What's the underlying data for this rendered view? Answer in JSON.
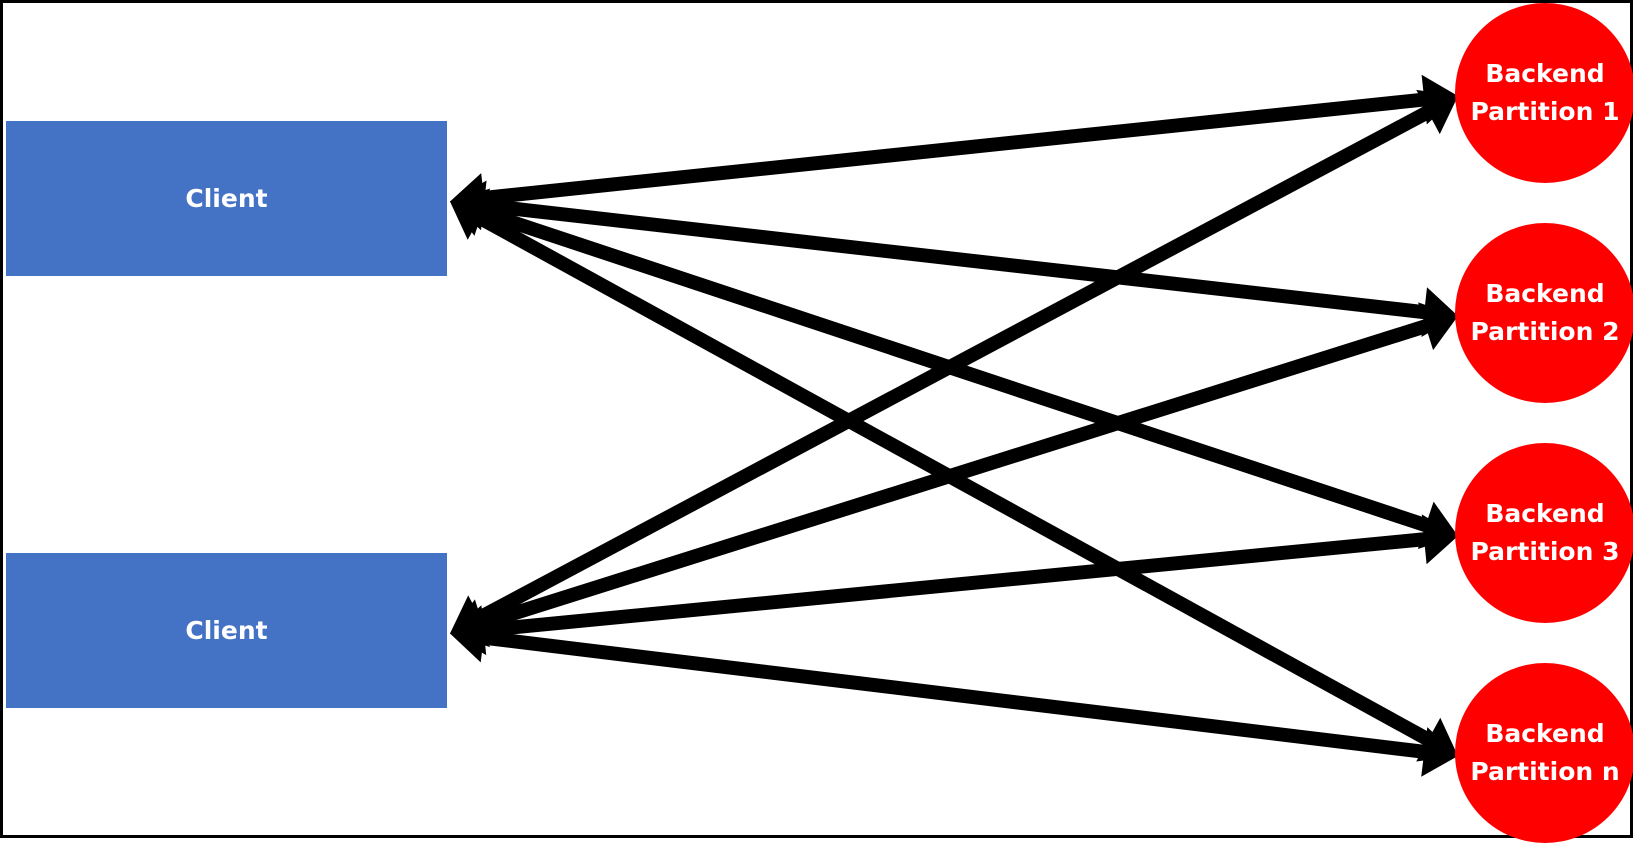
{
  "clients": [
    {
      "label": "Client"
    },
    {
      "label": "Client"
    }
  ],
  "partitions": [
    {
      "line1": "Backend",
      "line2": "Partition 1"
    },
    {
      "line1": "Backend",
      "line2": "Partition 2"
    },
    {
      "line1": "Backend",
      "line2": "Partition 3"
    },
    {
      "line1": "Backend",
      "line2": "Partition n"
    }
  ],
  "colors": {
    "client_fill": "#4472C4",
    "partition_fill": "#FF0000",
    "arrow": "#000000",
    "border": "#000000",
    "text": "#FFFFFF"
  },
  "connections": [
    {
      "from": "client-1",
      "to": "partition-1",
      "style": "double-headed"
    },
    {
      "from": "client-1",
      "to": "partition-2",
      "style": "double-headed"
    },
    {
      "from": "client-1",
      "to": "partition-3",
      "style": "double-headed"
    },
    {
      "from": "client-1",
      "to": "partition-n",
      "style": "double-headed"
    },
    {
      "from": "client-2",
      "to": "partition-1",
      "style": "double-headed"
    },
    {
      "from": "client-2",
      "to": "partition-2",
      "style": "double-headed"
    },
    {
      "from": "client-2",
      "to": "partition-3",
      "style": "double-headed"
    },
    {
      "from": "client-2",
      "to": "partition-n",
      "style": "double-headed"
    }
  ]
}
